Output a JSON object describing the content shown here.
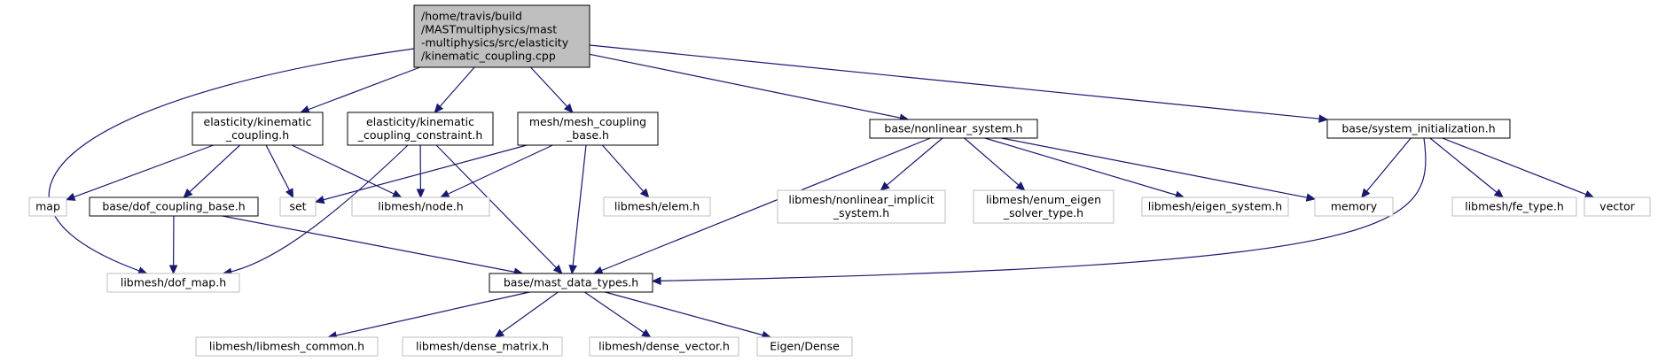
{
  "diagram": {
    "nodes": [
      {
        "id": "root",
        "lines": [
          "/home/travis/build",
          "/MASTmultiphysics/mast",
          "-multiphysics/src/elasticity",
          "/kinematic_coupling.cpp"
        ],
        "style": "root"
      },
      {
        "id": "kc_h",
        "lines": [
          "elasticity/kinematic",
          "_coupling.h"
        ],
        "style": "normal"
      },
      {
        "id": "kcc_h",
        "lines": [
          "elasticity/kinematic",
          "_coupling_constraint.h"
        ],
        "style": "normal"
      },
      {
        "id": "mcb_h",
        "lines": [
          "mesh/mesh_coupling",
          "_base.h"
        ],
        "style": "normal"
      },
      {
        "id": "nls_h",
        "lines": [
          "base/nonlinear_system.h"
        ],
        "style": "normal"
      },
      {
        "id": "si_h",
        "lines": [
          "base/system_initialization.h"
        ],
        "style": "normal"
      },
      {
        "id": "map",
        "lines": [
          "map"
        ],
        "style": "external"
      },
      {
        "id": "dcb_h",
        "lines": [
          "base/dof_coupling_base.h"
        ],
        "style": "normal"
      },
      {
        "id": "set",
        "lines": [
          "set"
        ],
        "style": "external"
      },
      {
        "id": "node_h",
        "lines": [
          "libmesh/node.h"
        ],
        "style": "external"
      },
      {
        "id": "elem_h",
        "lines": [
          "libmesh/elem.h"
        ],
        "style": "external"
      },
      {
        "id": "nis_h",
        "lines": [
          "libmesh/nonlinear_implicit",
          "_system.h"
        ],
        "style": "external"
      },
      {
        "id": "eest_h",
        "lines": [
          "libmesh/enum_eigen",
          "_solver_type.h"
        ],
        "style": "external"
      },
      {
        "id": "es_h",
        "lines": [
          "libmesh/eigen_system.h"
        ],
        "style": "external"
      },
      {
        "id": "memory",
        "lines": [
          "memory"
        ],
        "style": "external"
      },
      {
        "id": "fet_h",
        "lines": [
          "libmesh/fe_type.h"
        ],
        "style": "external"
      },
      {
        "id": "vector",
        "lines": [
          "vector"
        ],
        "style": "external"
      },
      {
        "id": "dofmap_h",
        "lines": [
          "libmesh/dof_map.h"
        ],
        "style": "external"
      },
      {
        "id": "mdt_h",
        "lines": [
          "base/mast_data_types.h"
        ],
        "style": "normal"
      },
      {
        "id": "lc_h",
        "lines": [
          "libmesh/libmesh_common.h"
        ],
        "style": "external"
      },
      {
        "id": "dm_h",
        "lines": [
          "libmesh/dense_matrix.h"
        ],
        "style": "external"
      },
      {
        "id": "dv_h",
        "lines": [
          "libmesh/dense_vector.h"
        ],
        "style": "external"
      },
      {
        "id": "eigen",
        "lines": [
          "Eigen/Dense"
        ],
        "style": "external"
      }
    ],
    "edges": [
      [
        "root",
        "kc_h"
      ],
      [
        "root",
        "kcc_h"
      ],
      [
        "root",
        "mcb_h"
      ],
      [
        "root",
        "nls_h"
      ],
      [
        "root",
        "si_h"
      ],
      [
        "root",
        "dofmap_h"
      ],
      [
        "kc_h",
        "map"
      ],
      [
        "kc_h",
        "dcb_h"
      ],
      [
        "kc_h",
        "set"
      ],
      [
        "kc_h",
        "node_h"
      ],
      [
        "kcc_h",
        "node_h"
      ],
      [
        "kcc_h",
        "dofmap_h"
      ],
      [
        "kcc_h",
        "mdt_h"
      ],
      [
        "mcb_h",
        "set"
      ],
      [
        "mcb_h",
        "node_h"
      ],
      [
        "mcb_h",
        "elem_h"
      ],
      [
        "mcb_h",
        "mdt_h"
      ],
      [
        "dcb_h",
        "dofmap_h"
      ],
      [
        "dcb_h",
        "mdt_h"
      ],
      [
        "nls_h",
        "nis_h"
      ],
      [
        "nls_h",
        "eest_h"
      ],
      [
        "nls_h",
        "es_h"
      ],
      [
        "nls_h",
        "memory"
      ],
      [
        "nls_h",
        "mdt_h"
      ],
      [
        "si_h",
        "memory"
      ],
      [
        "si_h",
        "fet_h"
      ],
      [
        "si_h",
        "vector"
      ],
      [
        "si_h",
        "mdt_h"
      ],
      [
        "mdt_h",
        "lc_h"
      ],
      [
        "mdt_h",
        "dm_h"
      ],
      [
        "mdt_h",
        "dv_h"
      ],
      [
        "mdt_h",
        "eigen"
      ]
    ],
    "colors": {
      "root_fill": "#bfbfbf",
      "root_stroke": "#000000",
      "normal_fill": "#ffffff",
      "normal_stroke": "#000000",
      "external_fill": "#ffffff",
      "external_stroke": "#bfbfbf",
      "edge": "#191970",
      "text": "#000000"
    }
  }
}
